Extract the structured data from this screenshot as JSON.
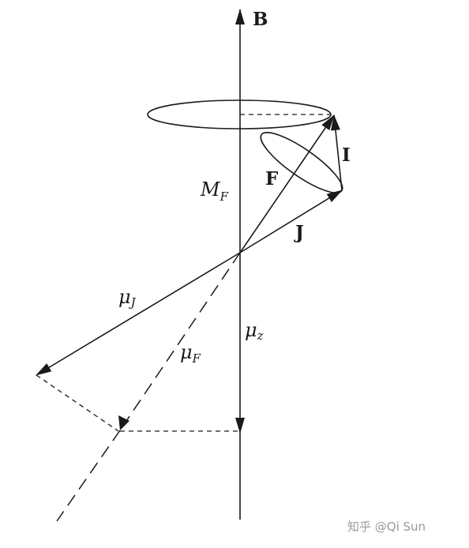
{
  "labels": {
    "B": "B",
    "I": "I",
    "F": "F",
    "J": "J",
    "MF_main": "M",
    "MF_sub": "F",
    "muJ_main": "μ",
    "muJ_sub": "J",
    "muF_main": "μ",
    "muF_sub": "F",
    "muz_main": "μ",
    "muz_sub": "z"
  },
  "watermark": "知乎 @Qi Sun",
  "colors": {
    "line": "#1a1a1a",
    "watermark": "#9a9a9a"
  }
}
